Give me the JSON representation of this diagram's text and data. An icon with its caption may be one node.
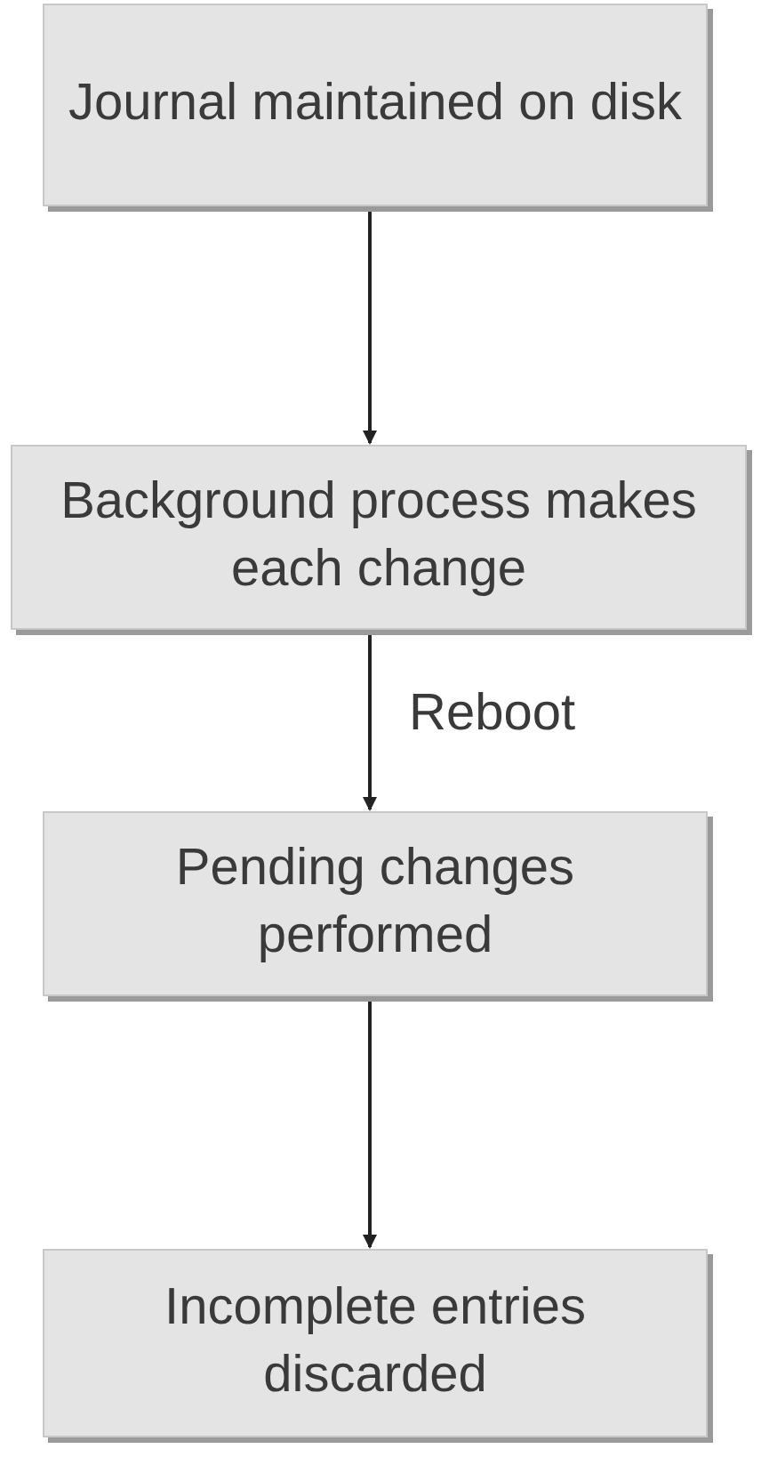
{
  "diagram": {
    "nodes": [
      {
        "text": [
          "Journal maintained on disk"
        ]
      },
      {
        "text": [
          "Background process makes each change"
        ]
      },
      {
        "text": [
          "Pending changes performed"
        ]
      },
      {
        "text": [
          "Incomplete entries discarded"
        ]
      }
    ],
    "edges": [
      {
        "from": 0,
        "to": 1,
        "arrow": "to"
      },
      {
        "from": 1,
        "to": 2,
        "arrow": "to",
        "label": "Reboot"
      },
      {
        "from": 2,
        "to": 3,
        "arrow": "to"
      }
    ]
  }
}
